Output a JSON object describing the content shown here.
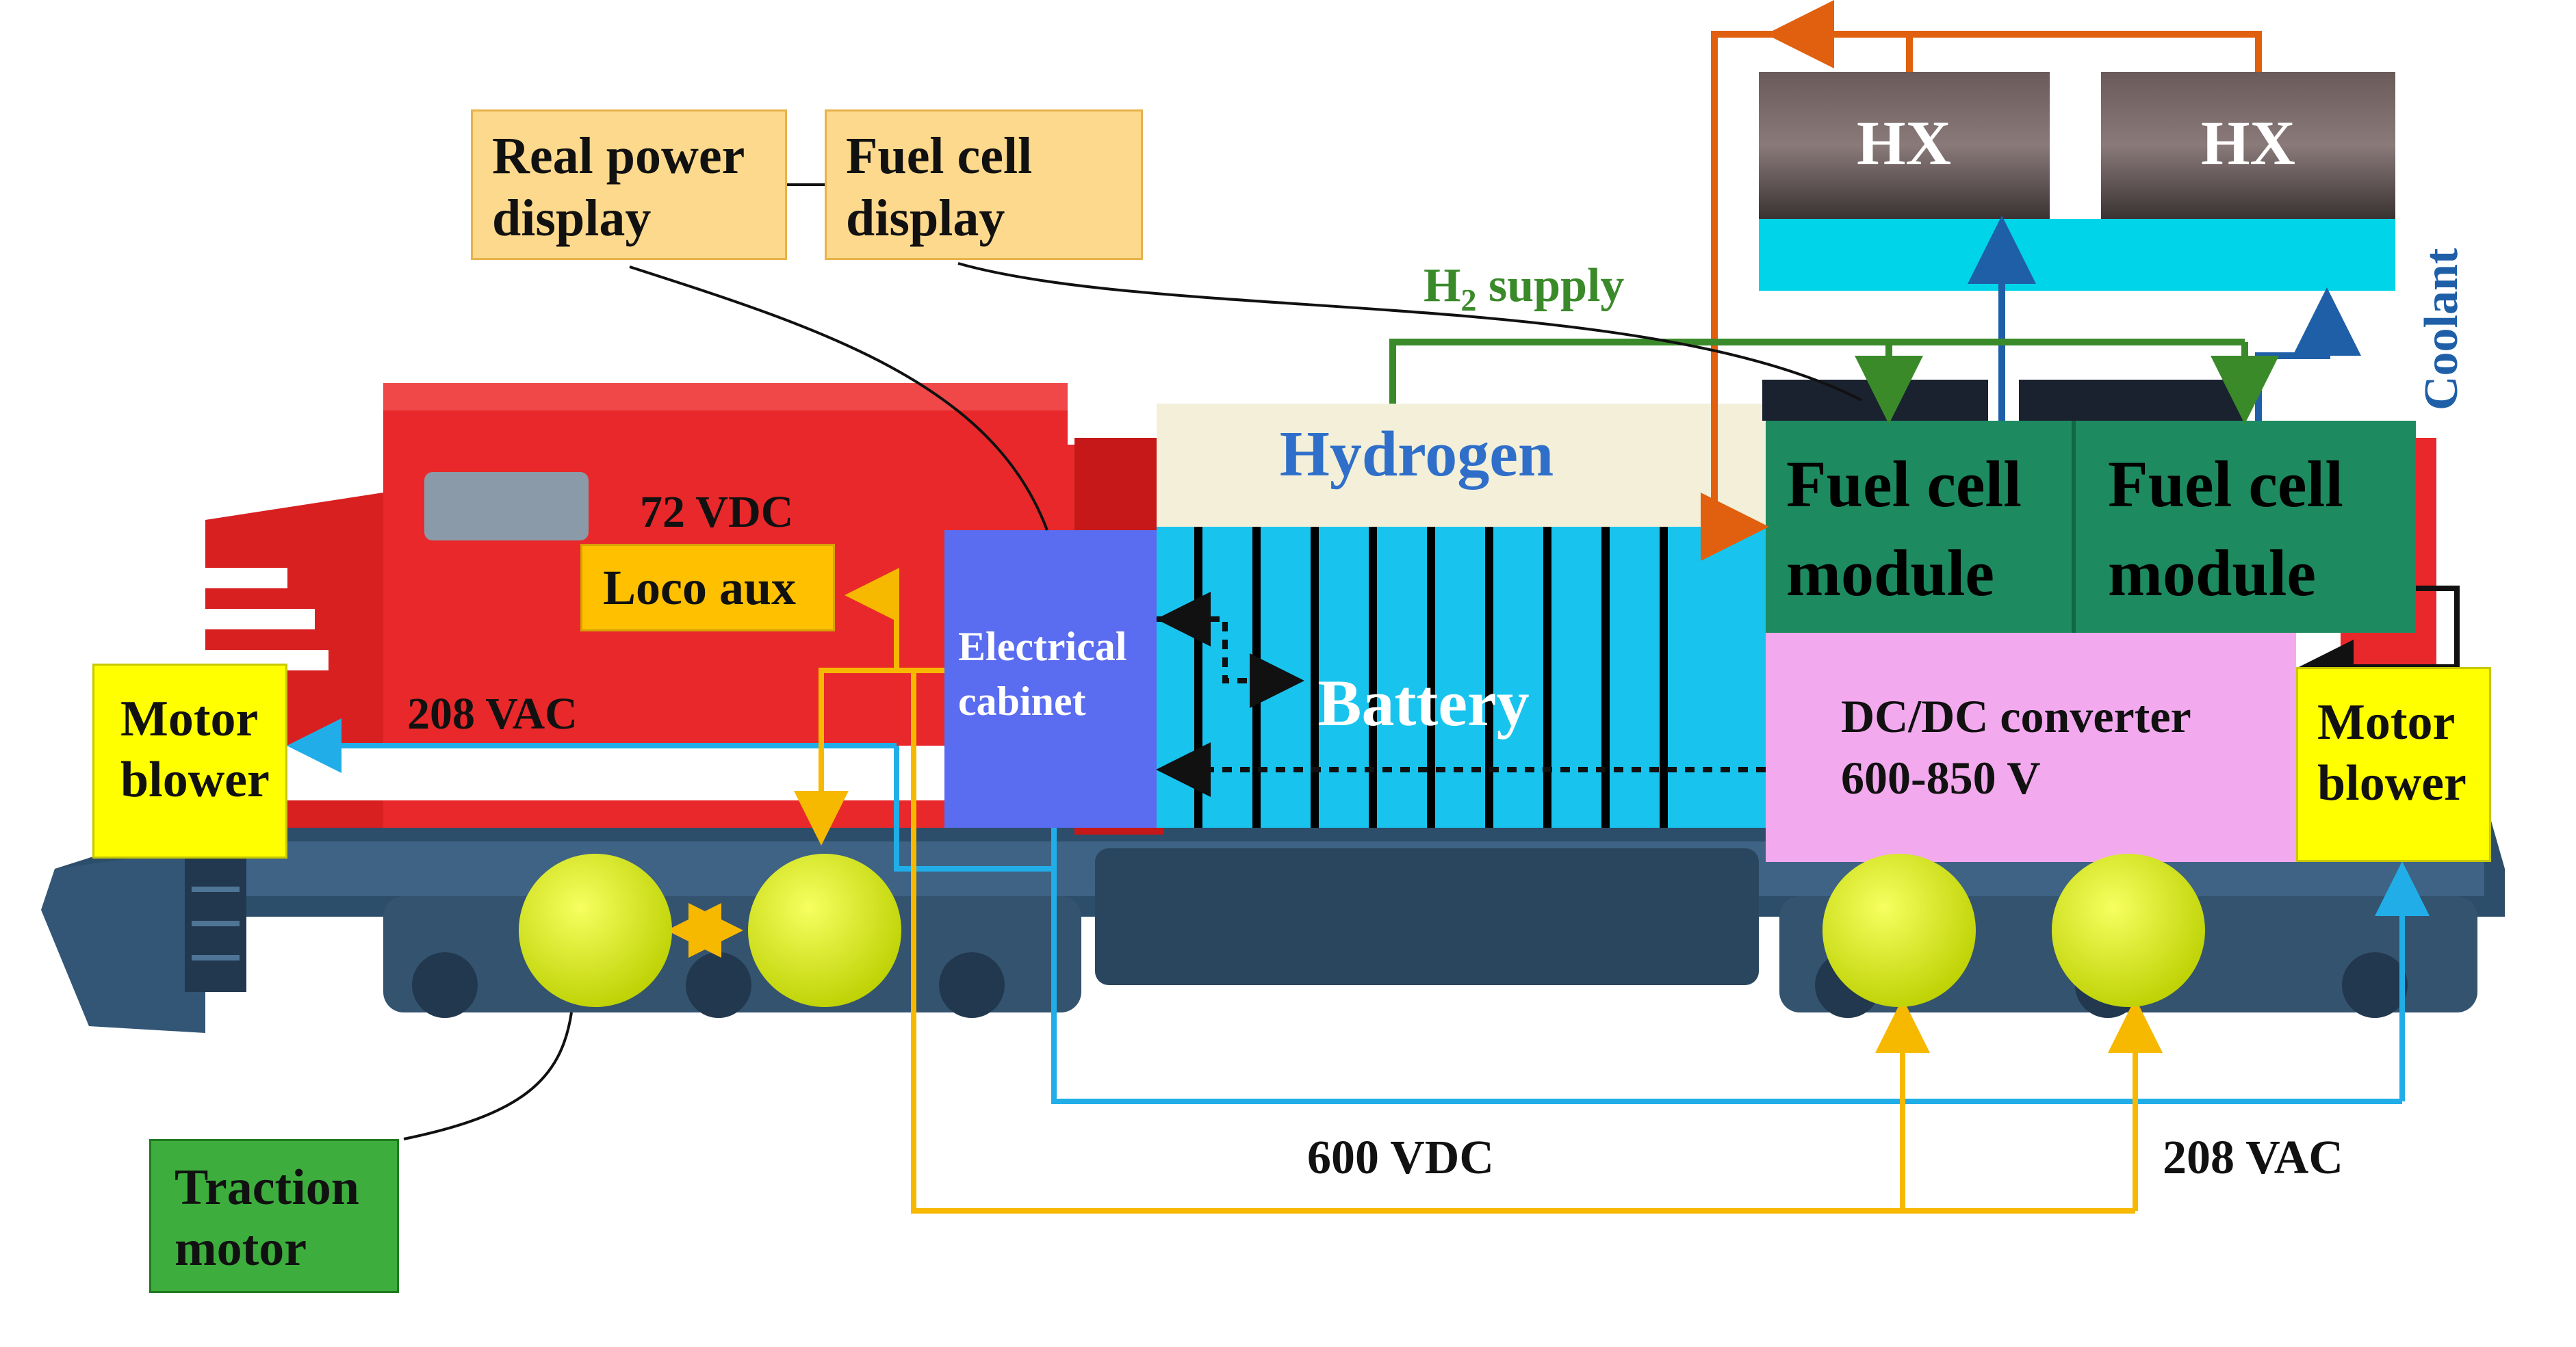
{
  "labels": {
    "real_power_display": "Real power display",
    "fuel_cell_display": "Fuel cell display",
    "h2_supply_prefix": "H",
    "h2_supply_sub": "2",
    "h2_supply_suffix": " supply",
    "hx_left": "HX",
    "hx_right": "HX",
    "coolant": "Coolant",
    "hydrogen": "Hydrogen",
    "fuel_cell_module_left_line1": "Fuel cell",
    "fuel_cell_module_left_line2": "module",
    "fuel_cell_module_right_line1": "Fuel cell",
    "fuel_cell_module_right_line2": "module",
    "dc_dc_converter_line1": "DC/DC converter",
    "dc_dc_converter_line2": "600-850 V",
    "motor_blower_left": "Motor blower",
    "motor_blower_right": "Motor blower",
    "electrical_cabinet": "Electrical cabinet",
    "battery": "Battery",
    "loco_aux": "Loco aux",
    "vdc_72": "72 VDC",
    "vac_208_top": "208 VAC",
    "vdc_600": "600 VDC",
    "vac_208_bottom": "208 VAC",
    "traction_motor": "Traction motor"
  },
  "colors": {
    "loco_red": "#e8282a",
    "frame_blue": "#2d4e6a",
    "battery_cyan": "#18c4ee",
    "hydrogen_tank": "#f3efd9",
    "fuel_cell_green": "#1e8a60",
    "converter_pink": "#f2a9ee",
    "cabinet_blue": "#5a6cf0",
    "hx_coolant": "#00d4e8",
    "h2_line_green": "#3a8a2a",
    "coolant_blue": "#1f5fa8",
    "heat_orange": "#e06010",
    "ac_line_blue": "#21aee8",
    "dc_line_yellow": "#f7b800",
    "traction_motor_yellow": "#e0f000",
    "label_note": "#fcd98c"
  }
}
